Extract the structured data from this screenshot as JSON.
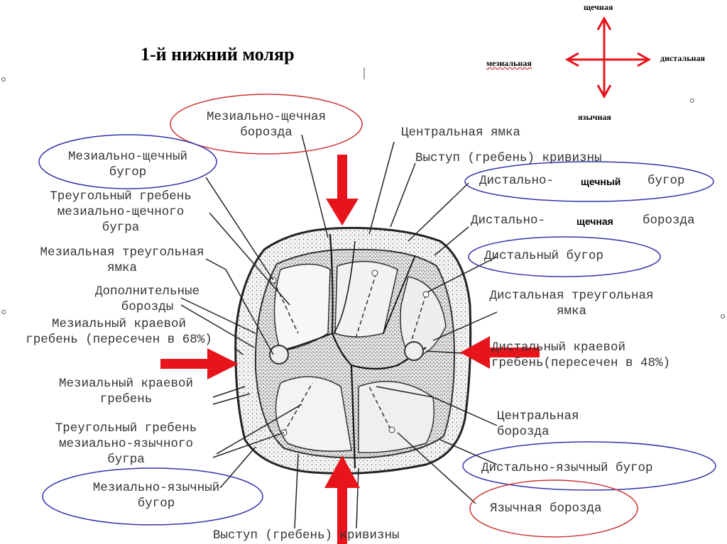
{
  "title": "1-й нижний моляр",
  "orientation": {
    "buccal": "щечная",
    "mesial": "мезиальная",
    "distal": "дистальная",
    "lingual": "язычная"
  },
  "labels": {
    "mesiobuccal_groove": [
      "Мезиально-щечная",
      "борозда"
    ],
    "mesiobuccal_cusp": [
      "Мезиально-щечный",
      "бугор"
    ],
    "triangular_ridge_mb": [
      "Треугольный гребень",
      "мезиально-щечного",
      "бугра"
    ],
    "mesial_triangular_fossa": [
      "Мезиальная треугольная",
      "ямка"
    ],
    "supplementary_grooves": [
      "Дополнительные",
      "борозды"
    ],
    "mesial_marginal_ridge_cut": [
      "Мезиальный краевой",
      "гребень (пересечен в 68%)"
    ],
    "mesial_marginal_ridge": [
      "Мезиальный краевой",
      "гребень"
    ],
    "triangular_ridge_ml": [
      "Треугольный гребень",
      "мезиально-язычного",
      "бугра"
    ],
    "mesiolingual_cusp": [
      "Мезиально-язычный",
      "бугор"
    ],
    "height_of_contour_bottom": "Выступ (гребень) кривизны",
    "central_fossa": "Центральная ямка",
    "height_of_contour_top": "Выступ (гребень) кривизны",
    "distobuccal_cusp": "Дистально-",
    "distobuccal_cusp_overlay": "щечный",
    "distobuccal_cusp_end": "бугор",
    "distobuccal_groove": "Дистально-",
    "distobuccal_groove_overlay": "щечная",
    "distobuccal_groove_end": "борозда",
    "distal_cusp": "Дистальный бугор",
    "distal_triangular_fossa": [
      "Дистальная треугольная",
      "ямка"
    ],
    "distal_marginal_ridge": [
      "Дистальный краевой",
      "гребень(пересечен в 48%)"
    ],
    "central_groove": [
      "Центральная",
      "борозда"
    ],
    "distolingual_cusp": "Дистально-язычный бугор",
    "lingual_groove": "Язычная борозда"
  },
  "colors": {
    "arrow": "#e8141b",
    "circle_blue": "#3333aa",
    "circle_red": "#cc3333",
    "tooth_outline": "#222222",
    "label_text": "#333333"
  }
}
